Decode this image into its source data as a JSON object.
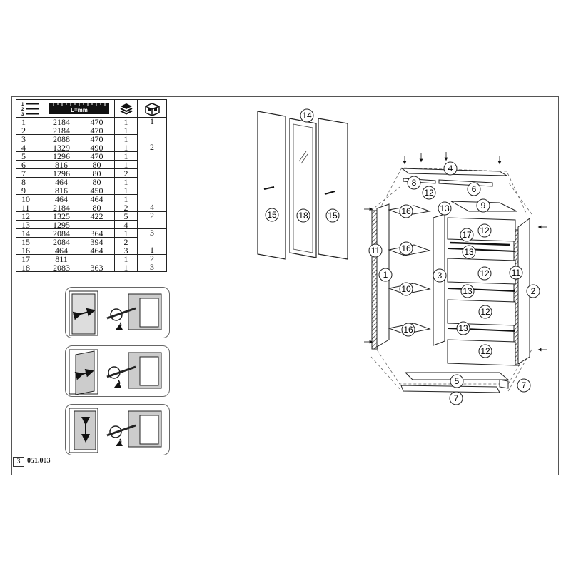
{
  "page": {
    "number": "3",
    "doc_code": "051.003"
  },
  "parts_table": {
    "header_icons": [
      "list-numbered-icon",
      "ruler-icon",
      "layers-icon",
      "package-icon"
    ],
    "ruler_label": "L=mm",
    "rows": [
      {
        "no": "1",
        "length": "2184",
        "width": "470",
        "qty": "1",
        "group": "1"
      },
      {
        "no": "2",
        "length": "2184",
        "width": "470",
        "qty": "1",
        "group": ""
      },
      {
        "no": "3",
        "length": "2088",
        "width": "470",
        "qty": "1",
        "group": ""
      },
      {
        "no": "4",
        "length": "1329",
        "width": "490",
        "qty": "1",
        "group": "2"
      },
      {
        "no": "5",
        "length": "1296",
        "width": "470",
        "qty": "1",
        "group": ""
      },
      {
        "no": "6",
        "length": "816",
        "width": "80",
        "qty": "1",
        "group": ""
      },
      {
        "no": "7",
        "length": "1296",
        "width": "80",
        "qty": "2",
        "group": ""
      },
      {
        "no": "8",
        "length": "464",
        "width": "80",
        "qty": "1",
        "group": ""
      },
      {
        "no": "9",
        "length": "816",
        "width": "450",
        "qty": "1",
        "group": ""
      },
      {
        "no": "10",
        "length": "464",
        "width": "464",
        "qty": "1",
        "group": ""
      },
      {
        "no": "11",
        "length": "2184",
        "width": "80",
        "qty": "2",
        "group": "4"
      },
      {
        "no": "12",
        "length": "1325",
        "width": "422",
        "qty": "5",
        "group": "2"
      },
      {
        "no": "13",
        "length": "1295",
        "width": "",
        "qty": "4",
        "group": ""
      },
      {
        "no": "14",
        "length": "2084",
        "width": "364",
        "qty": "1",
        "group": "3"
      },
      {
        "no": "15",
        "length": "2084",
        "width": "394",
        "qty": "2",
        "group": ""
      },
      {
        "no": "16",
        "length": "464",
        "width": "464",
        "qty": "3",
        "group": "1"
      },
      {
        "no": "17",
        "length": "811",
        "width": "",
        "qty": "1",
        "group": "2"
      },
      {
        "no": "18",
        "length": "2083",
        "width": "363",
        "qty": "1",
        "group": "3"
      }
    ]
  },
  "doors_callouts": [
    "14",
    "15",
    "18",
    "15"
  ],
  "cabinet_callouts": [
    "4",
    "8",
    "12",
    "6",
    "16",
    "13",
    "9",
    "11",
    "17",
    "12",
    "16",
    "13",
    "1",
    "3",
    "12",
    "11",
    "2",
    "10",
    "13",
    "12",
    "16",
    "13",
    "12",
    "5",
    "7",
    "7"
  ]
}
